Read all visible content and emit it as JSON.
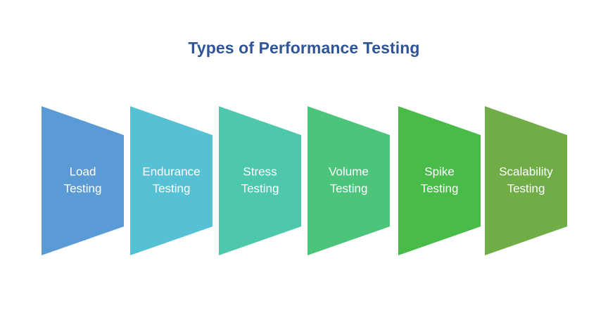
{
  "title": "Types of Performance Testing",
  "steps": [
    {
      "lines": [
        "Load",
        "Testing"
      ],
      "color": "#5b9bd5"
    },
    {
      "lines": [
        "Endurance",
        "Testing"
      ],
      "color": "#56c1d4"
    },
    {
      "lines": [
        "Stress",
        "Testing"
      ],
      "color": "#4ec8ad"
    },
    {
      "lines": [
        "Volume",
        "Testing"
      ],
      "color": "#4cc47b"
    },
    {
      "lines": [
        "Spike",
        "Testing"
      ],
      "color": "#49bb49"
    },
    {
      "lines": [
        "Scalability",
        "Testing"
      ],
      "color": "#70ad47"
    }
  ]
}
